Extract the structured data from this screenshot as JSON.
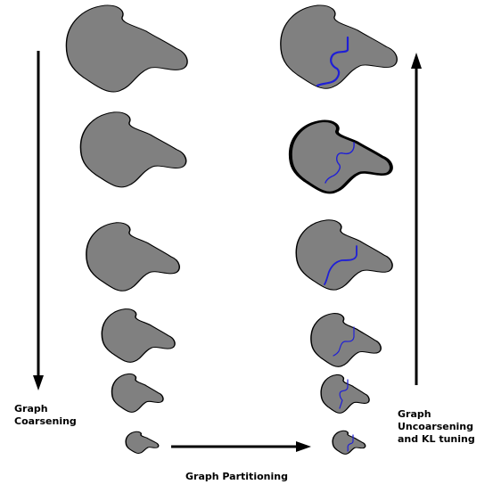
{
  "colors": {
    "blob_fill": "#808080",
    "blob_stroke": "#000000",
    "partition_line": "#1f1fd6",
    "arrow": "#000000",
    "background": "#ffffff"
  },
  "labels": {
    "coarsening": [
      "Graph",
      "Coarsening"
    ],
    "partitioning": "Graph Partitioning",
    "uncoarsening": [
      "Graph",
      "Uncoarsening",
      "and KL tuning"
    ]
  },
  "levels": {
    "coarsening_count": 6,
    "uncoarsening_count": 6
  }
}
